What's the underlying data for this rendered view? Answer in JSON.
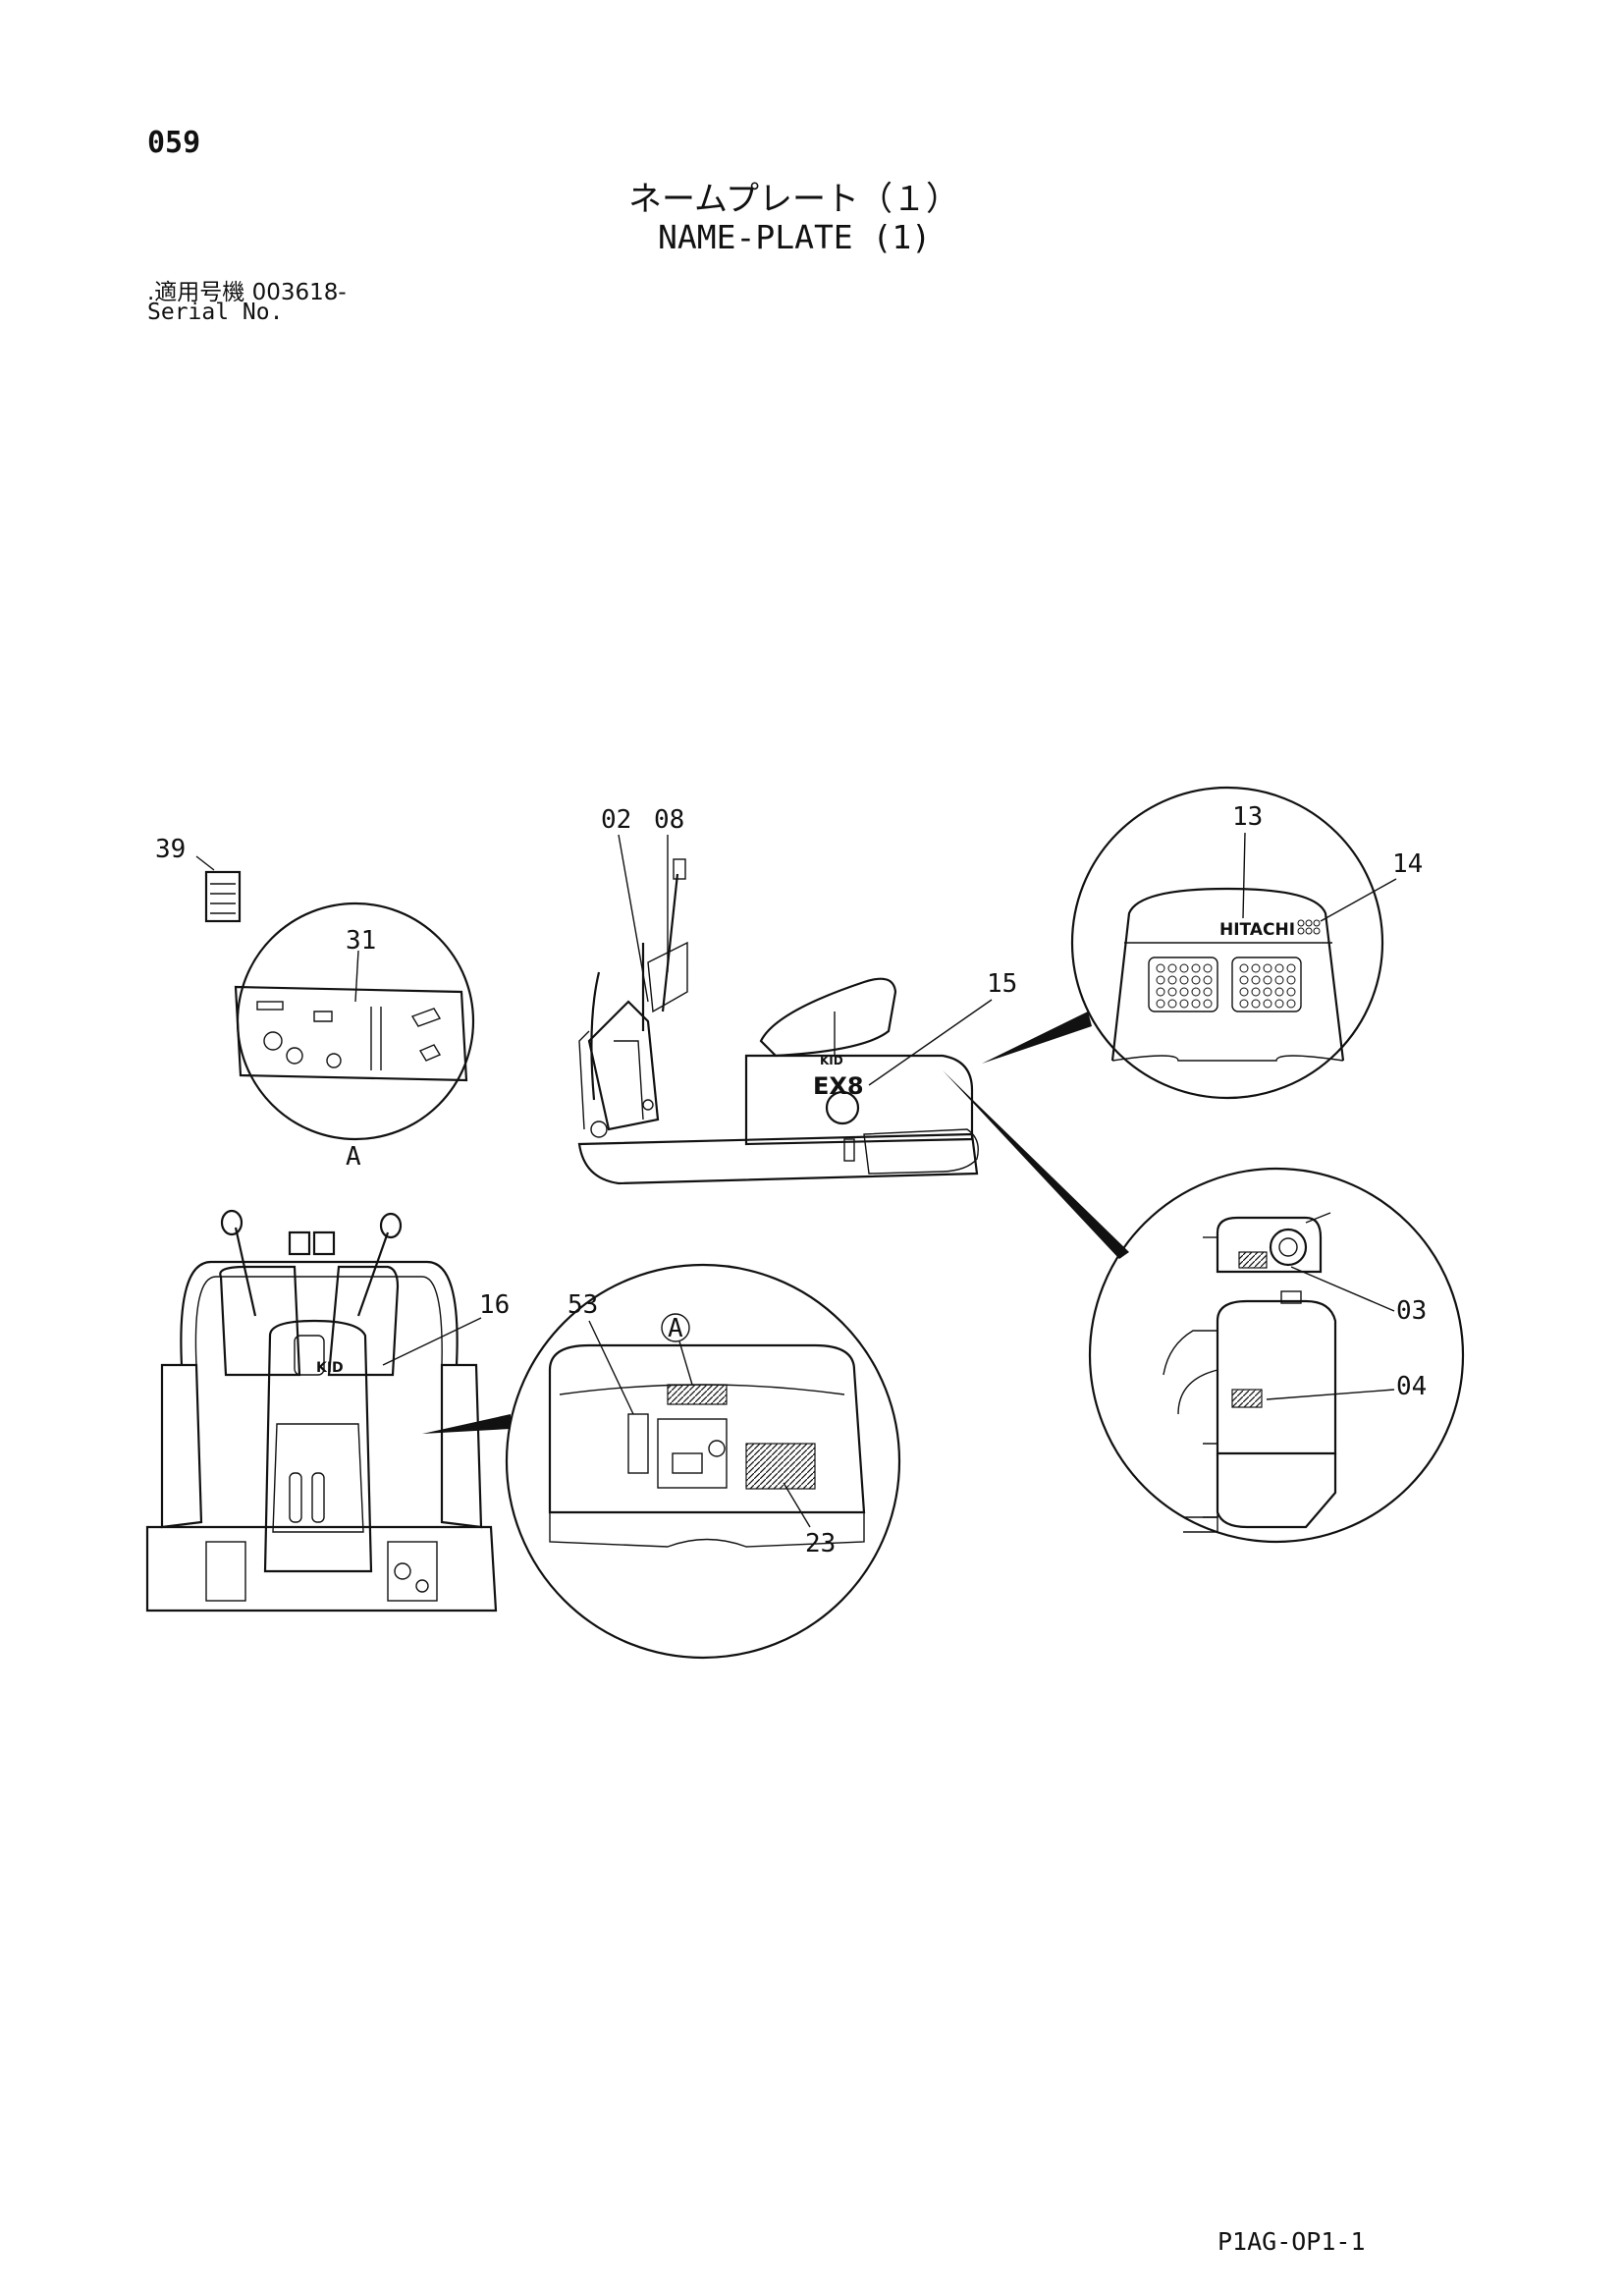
{
  "header": {
    "page_number": "059",
    "title_jp": "ネームプレート（１）",
    "title_en": "NAME-PLATE (1)",
    "serial_jp": ".適用号機  003618-",
    "serial_en": "Serial No."
  },
  "callouts": {
    "c02": "02",
    "c08": "08",
    "c13": "13",
    "c14": "14",
    "c15": "15",
    "c39": "39",
    "c31": "31",
    "cA": "A",
    "c16": "16",
    "c53": "53",
    "cA2": "A",
    "c23": "23",
    "c03": "03",
    "c04": "04"
  },
  "decals": {
    "hitachi": "HITACHI",
    "model": "EX8",
    "kid": "KID"
  },
  "footer": {
    "code": "P1AG-OP1-1"
  }
}
